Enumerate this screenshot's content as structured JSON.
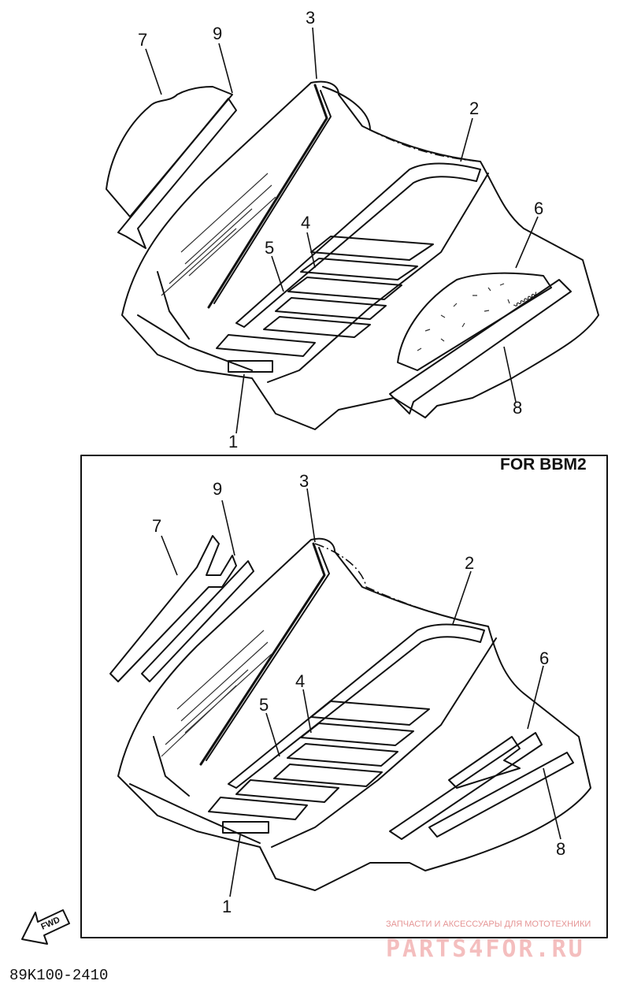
{
  "top_diagram": {
    "callouts": [
      "7",
      "9",
      "3",
      "2",
      "6",
      "4",
      "5",
      "8",
      "1"
    ]
  },
  "bbm2_panel": {
    "title": "FOR BBM2",
    "callouts": [
      "9",
      "3",
      "7",
      "2",
      "6",
      "4",
      "5",
      "8",
      "1"
    ]
  },
  "fwd_label": "FWD",
  "drawing_code": "89K100-2410",
  "watermark": {
    "tagline": "ЗАПЧАСТИ И АКСЕССУАРЫ ДЛЯ МОТОТЕХНИКИ",
    "brand": "PARTS4FOR.RU"
  }
}
